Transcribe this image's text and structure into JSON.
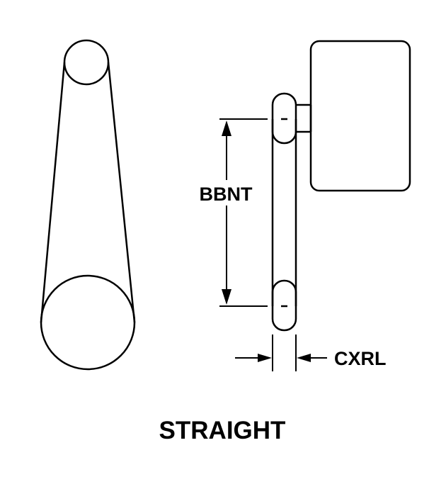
{
  "diagram": {
    "labels": {
      "center_distance": "BBNT",
      "belt_width": "CXRL",
      "type": "STRAIGHT"
    },
    "colors": {
      "line": "#000000",
      "background": "#ffffff"
    }
  }
}
